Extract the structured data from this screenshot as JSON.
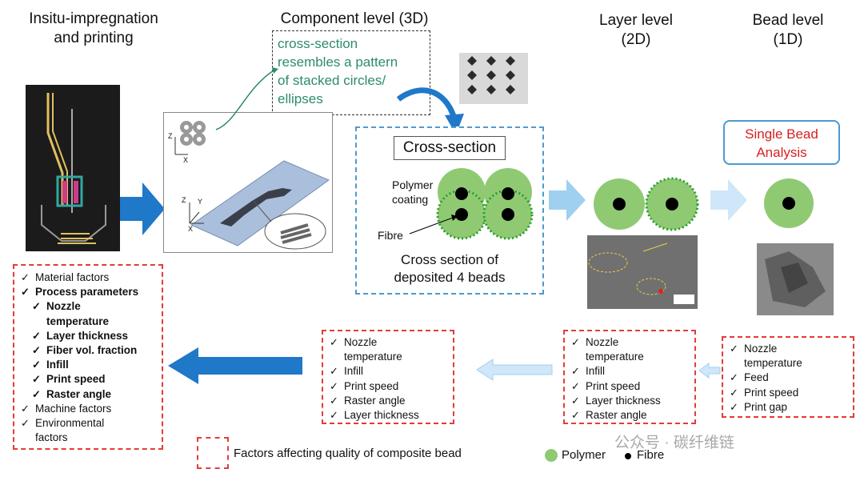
{
  "headers": {
    "insitu": "Insitu-impregnation\nand printing",
    "component": "Component level (3D)",
    "layer": "Layer level\n(2D)",
    "bead": "Bead level\n(1D)"
  },
  "note": "cross-section\nresembles a pattern\nof stacked circles/\nellipses",
  "cross_section": {
    "title": "Cross-section",
    "polymer_label": "Polymer\ncoating",
    "fibre_label": "Fibre",
    "caption": "Cross section of\ndeposited 4 beads"
  },
  "single_bead": "Single Bead\nAnalysis",
  "axes": {
    "z": "Z",
    "x": "X",
    "y": "Y"
  },
  "factor_lists": {
    "main": {
      "items": [
        {
          "label": "Material factors",
          "bold": false
        },
        {
          "label": "Process parameters",
          "bold": true
        },
        {
          "label": "Machine factors",
          "bold": false
        },
        {
          "label": "Environmental\nfactors",
          "bold": false
        }
      ],
      "sub_items": [
        "Nozzle\ntemperature",
        "Layer thickness",
        "Fiber vol. fraction",
        "Infill",
        "Print speed",
        "Raster angle"
      ]
    },
    "component": [
      "Nozzle\ntemperature",
      "Infill",
      "Print speed",
      "Raster angle",
      "Layer thickness"
    ],
    "layer": [
      "Nozzle\ntemperature",
      "Infill",
      "Print speed",
      "Layer thickness",
      "Raster angle"
    ],
    "bead": [
      "Nozzle\ntemperature",
      "Feed",
      "Print speed",
      "Print gap"
    ]
  },
  "legend": {
    "factors": "Factors affecting quality of composite bead",
    "polymer": "Polymer",
    "fibre": "Fibre"
  },
  "watermark": "公众号 · 碳纤维链",
  "colors": {
    "polymer_green": "#8fca73",
    "fibre_black": "#000000",
    "arrow_blue": "#1f78c8",
    "arrow_light_blue": "#9fd0f0",
    "dash_red": "#e23c3c",
    "dash_blue": "#4a9bd1",
    "note_text": "#2e8b6a",
    "single_bead_text": "#d62020"
  }
}
